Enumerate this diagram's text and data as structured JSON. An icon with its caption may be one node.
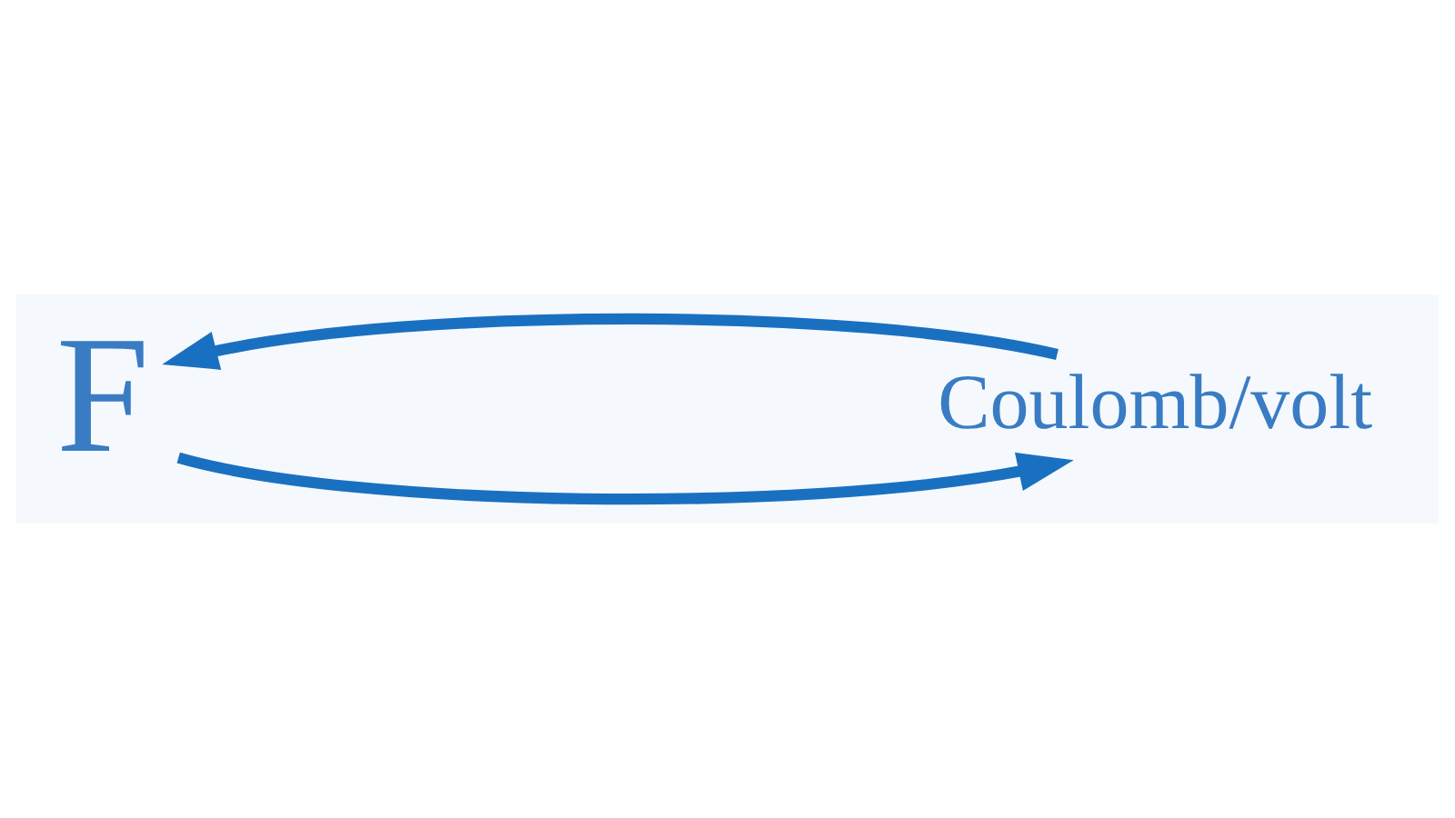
{
  "diagram": {
    "nodes": [
      {
        "text": [
          "F"
        ]
      },
      {
        "text": [
          "Coulomb/volt"
        ]
      }
    ],
    "edges": [
      {
        "from": 0,
        "to": 1,
        "arrow": "to"
      },
      {
        "from": 1,
        "to": 0,
        "arrow": "to"
      }
    ]
  }
}
